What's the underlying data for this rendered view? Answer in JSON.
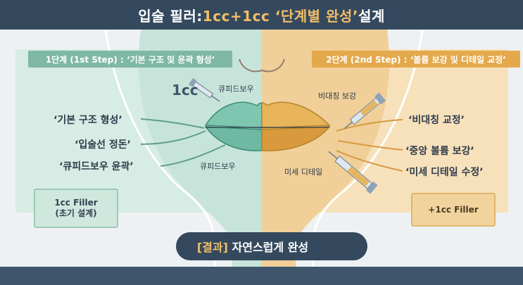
{
  "header": {
    "title_main": "입술 필러: ",
    "title_accent": "1cc+1cc ‘단계별 완성’",
    "title_tail": " 설계"
  },
  "step1": {
    "banner": "1단계 (1st Step) : ‘기본 구조 및 윤곽 형성’",
    "dose": "1cc",
    "cupid_top": "큐피드보우",
    "cupid_bottom": "큐피드보우",
    "items": [
      "‘기본 구조 형성’",
      "‘입술선 정돈’",
      "‘큐피드보우 윤곽’"
    ],
    "box_title": "1cc Filler",
    "box_sub": "(초기 설계)"
  },
  "step2": {
    "banner": "2단계 (2nd Step) : ‘볼륨 보강 및 디테일 교정’",
    "asym_label": "비대칭 보강",
    "detail_label": "미세 디테일",
    "items": [
      "‘비대칭 교정’",
      "‘중앙 볼륨 보강’",
      "‘미세 디테일 수정’"
    ],
    "box_title": "+1cc Filler"
  },
  "result": {
    "tag": "[결과]",
    "text": " 자연스럽게 완성",
    "icon": "lips-icon"
  },
  "colors": {
    "navy": "#34495e",
    "mint": "#7fb8a4",
    "orange": "#e4a94c",
    "accent": "#f2be68"
  }
}
